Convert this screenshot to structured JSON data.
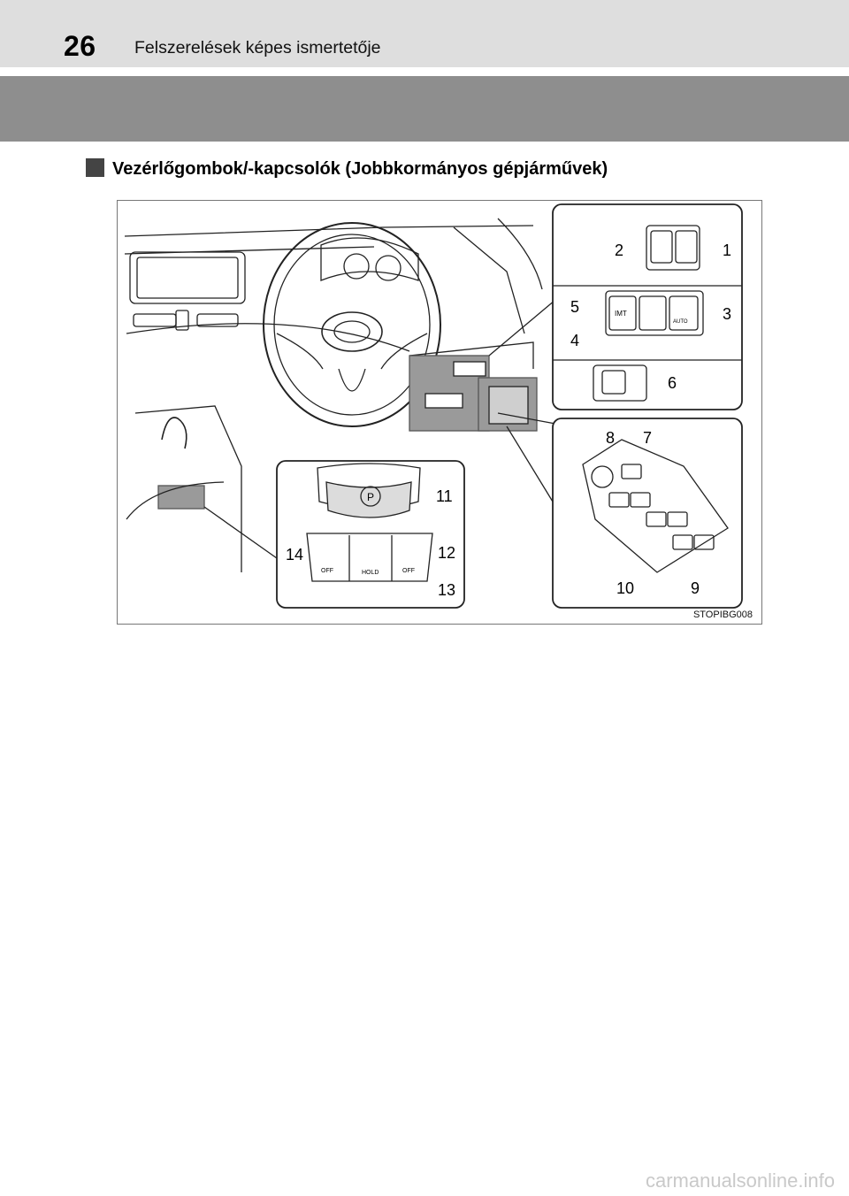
{
  "header": {
    "page_number": "26",
    "running_title": "Felszerelések képes ismertetője"
  },
  "section": {
    "title": "Vezérlőgombok/-kapcsolók (Jobbkormányos gépjárművek)"
  },
  "figure": {
    "code": "STOPIBG008",
    "callouts": [
      "1",
      "2",
      "3",
      "4",
      "5",
      "6",
      "7",
      "8",
      "9",
      "10",
      "11",
      "12",
      "13",
      "14"
    ],
    "button_labels": {
      "imt": "IMT",
      "auto": "AUTO",
      "hold": "HOLD",
      "off_vsc": "OFF",
      "off_auto": "OFF",
      "parking": "P"
    }
  },
  "footer": {
    "watermark": "carmanualsonline.info"
  }
}
